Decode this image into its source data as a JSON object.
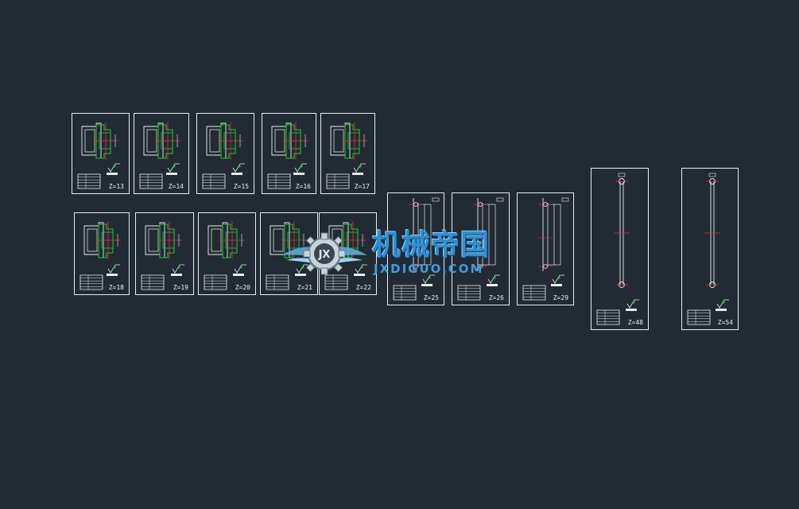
{
  "drawing": {
    "background": "#222a33",
    "line_color": "#e8eef2",
    "accent_green": "#22c832",
    "accent_red": "#e83030",
    "sheets": [
      {
        "label": "Z=13",
        "kind": "gear"
      },
      {
        "label": "Z=14",
        "kind": "gear"
      },
      {
        "label": "Z=15",
        "kind": "gear"
      },
      {
        "label": "Z=16",
        "kind": "gear"
      },
      {
        "label": "Z=17",
        "kind": "gear"
      },
      {
        "label": "Z=18",
        "kind": "gear"
      },
      {
        "label": "Z=19",
        "kind": "gear"
      },
      {
        "label": "Z=20",
        "kind": "gear"
      },
      {
        "label": "Z=21",
        "kind": "gear"
      },
      {
        "label": "Z=22",
        "kind": "gear"
      },
      {
        "label": "Z=25",
        "kind": "ring"
      },
      {
        "label": "Z=26",
        "kind": "ring"
      },
      {
        "label": "Z=29",
        "kind": "ring"
      },
      {
        "label": "Z=48",
        "kind": "tall"
      },
      {
        "label": "Z=54",
        "kind": "tall"
      }
    ]
  },
  "watermark": {
    "chinese": "机械帝国",
    "url": "JXDIGUO.COM",
    "logo_icon": "gear-wings-logo",
    "color": "#2f8fd0"
  }
}
